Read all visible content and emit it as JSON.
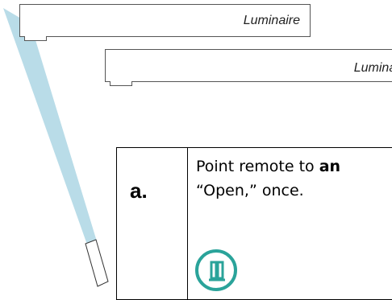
{
  "luminaires": [
    {
      "label": "Luminaire"
    },
    {
      "label": "Luminaire"
    }
  ],
  "step": {
    "letter": "a.",
    "instruction_line1_pre": "Point remote to ",
    "instruction_line1_bold": "an",
    "instruction_line2": "“Open,” once."
  },
  "icons": {
    "remote": "remote-control-icon",
    "open": "open-door-icon"
  },
  "colors": {
    "beam": "#b9dce8",
    "icon": "#2aa39a",
    "outline": "#555555"
  }
}
